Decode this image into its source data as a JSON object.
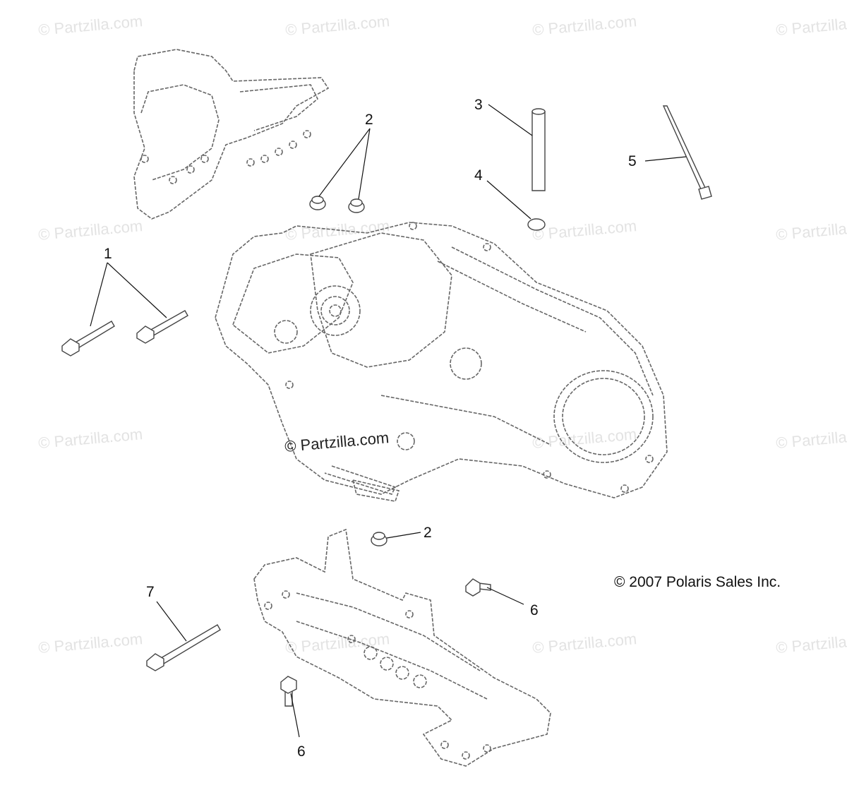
{
  "watermark": "© Partzilla.com",
  "center_watermark": "© Partzilla.com",
  "copyright": "© 2007 Polaris Sales Inc.",
  "callouts": {
    "c1": "1",
    "c2a": "2",
    "c2b": "2",
    "c3": "3",
    "c4": "4",
    "c5": "5",
    "c6a": "6",
    "c6b": "6",
    "c7": "7"
  }
}
